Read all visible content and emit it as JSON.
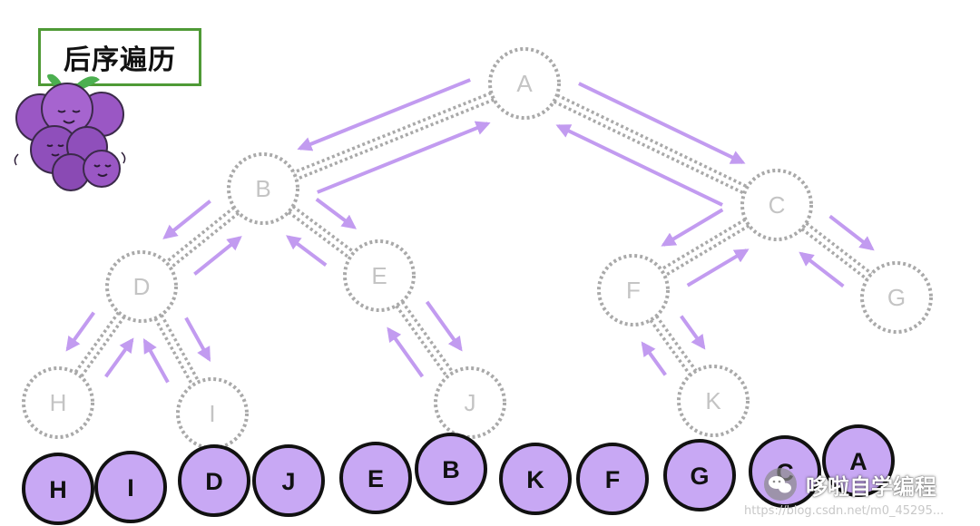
{
  "title": "后序遍历",
  "tree": {
    "nodes": [
      "A",
      "B",
      "C",
      "D",
      "E",
      "F",
      "G",
      "H",
      "I",
      "J",
      "K"
    ],
    "edges": [
      [
        "A",
        "B"
      ],
      [
        "A",
        "C"
      ],
      [
        "B",
        "D"
      ],
      [
        "B",
        "E"
      ],
      [
        "C",
        "F"
      ],
      [
        "C",
        "G"
      ],
      [
        "D",
        "H"
      ],
      [
        "D",
        "I"
      ],
      [
        "E",
        "J"
      ],
      [
        "F",
        "K"
      ]
    ]
  },
  "sequence": [
    "H",
    "I",
    "D",
    "J",
    "E",
    "B",
    "K",
    "F",
    "G",
    "C",
    "A"
  ],
  "watermark": {
    "text": "哆啦自学编程",
    "icon": "wechat-icon"
  },
  "url_text": "https://blog.csdn.net/m0_45295...",
  "colors": {
    "edge": "#a9a9a9",
    "arrow": "#c29bf0",
    "sequence_fill": "#c8a8f4",
    "title_border": "#4f9a36",
    "grape": "#9a57c4",
    "leaf": "#4caf50"
  }
}
